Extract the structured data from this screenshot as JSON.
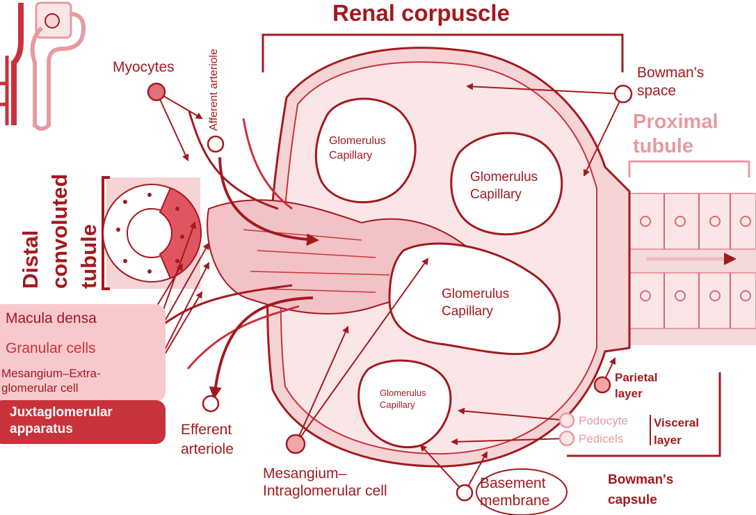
{
  "title": "Renal corpuscle",
  "labels": {
    "myocytes": "Myocytes",
    "afferent_arteriole": "Afferent arteriole",
    "bowmans_space": "Bowman's\nspace",
    "proximal_tubule": "Proximal\ntubule",
    "distal_convoluted_tubule": [
      "Distal",
      "convoluted",
      "tubule"
    ],
    "macula_densa": "Macula densa",
    "granular_cells": "Granular cells",
    "mesangium_extra": "Mesangium–Extra-\nglomerular cell",
    "juxtaglomerular_apparatus": "Juxtaglomerular\napparatus",
    "efferent_arteriole": "Efferent\narteriole",
    "mesangium_intra": "Mesangium–\nIntraglomerular cell",
    "basement_membrane": "Basement\nmembrane",
    "bowmans_capsule": "Bowman's\ncapsule",
    "parietal_layer": "Parietal\nlayer",
    "podocyte": "Podocyte",
    "pedicels": "Pedicels",
    "visceral_layer": "Visceral\nlayer",
    "glomerulus_capillary": "Glomerulus\nCapillary"
  },
  "colors": {
    "dark_red": "#a3191f",
    "red": "#c8323a",
    "pale_red": "#e79aa0",
    "tissue": "#f6d3d5",
    "tissue_light": "#fbe6e7",
    "apparatus_box": "#f7c9cd",
    "apparatus_header": "#c8323a",
    "macula_dot": "#d94650"
  }
}
